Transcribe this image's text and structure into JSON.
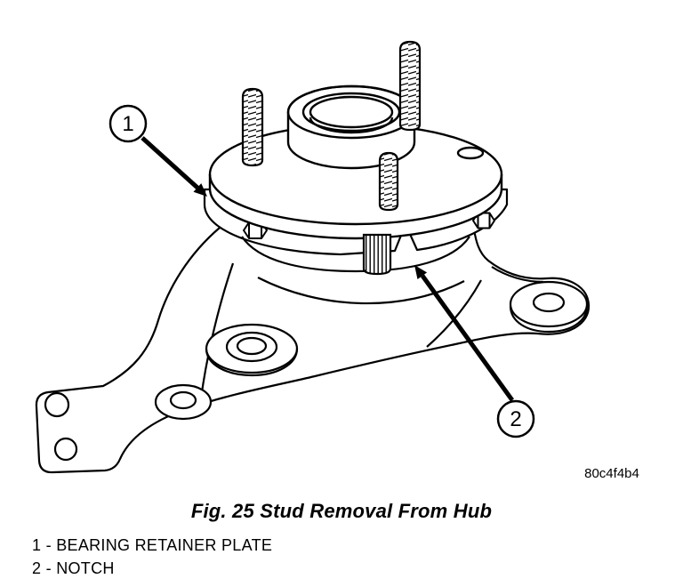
{
  "figure": {
    "caption": "Fig. 25 Stud Removal From Hub",
    "code": "80c4f4b4"
  },
  "callouts": {
    "c1": {
      "label": "1"
    },
    "c2": {
      "label": "2"
    }
  },
  "legend": {
    "items": [
      {
        "text": "1 - BEARING RETAINER PLATE"
      },
      {
        "text": "2 - NOTCH"
      }
    ]
  },
  "colors": {
    "ink": "#000000",
    "background": "#ffffff"
  }
}
